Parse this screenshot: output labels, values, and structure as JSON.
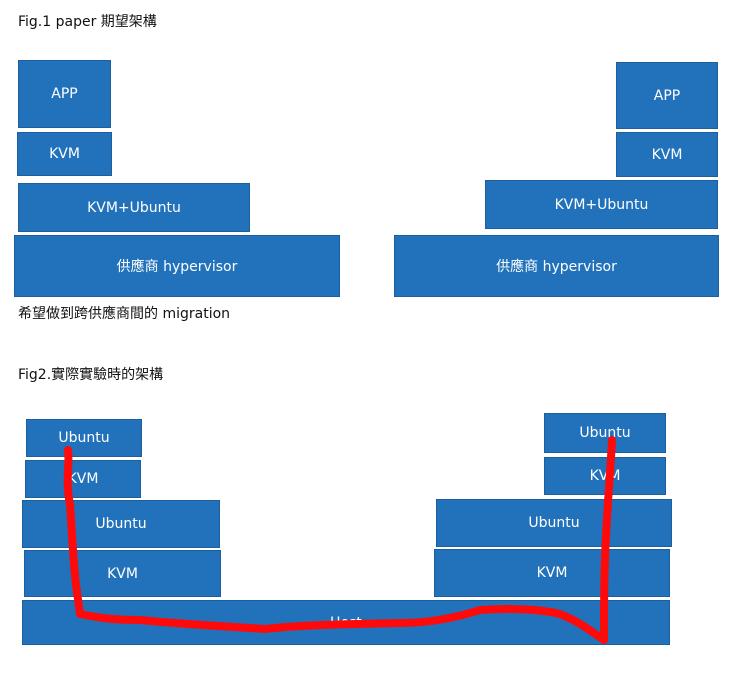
{
  "fig1": {
    "caption": "Fig.1    paper 期望架構",
    "left": {
      "app": "APP",
      "kvm": "KVM",
      "kvm_ubuntu": "KVM+Ubuntu",
      "hypervisor": "供應商 hypervisor"
    },
    "right": {
      "app": "APP",
      "kvm": "KVM",
      "kvm_ubuntu": "KVM+Ubuntu",
      "hypervisor": "供應商 hypervisor"
    },
    "note": "希望做到跨供應商間的 migration"
  },
  "fig2": {
    "caption": "Fig2.實際實驗時的架構",
    "left": {
      "ubuntu_top": "Ubuntu",
      "kvm_top": "KVM",
      "ubuntu": "Ubuntu",
      "kvm": "KVM"
    },
    "right": {
      "ubuntu_top": "Ubuntu",
      "kvm_top": "KVM",
      "ubuntu": "Ubuntu",
      "kvm": "KVM"
    },
    "host": "Host",
    "path_color": "#ff0a0a"
  },
  "colors": {
    "box_fill": "#2272bb",
    "box_border": "#1c5f9c"
  }
}
